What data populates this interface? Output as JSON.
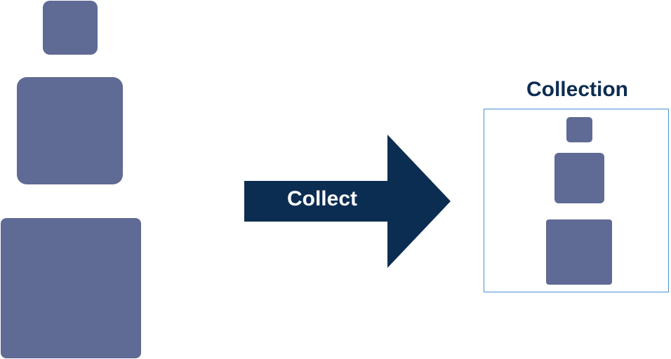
{
  "arrow": {
    "label": "Collect",
    "color": "#0c2d52"
  },
  "collection": {
    "title": "Collection",
    "border_color": "#4a8fd6"
  },
  "items": {
    "color": "#5f6a95",
    "left_group": [
      "small-square",
      "medium-square",
      "large-square"
    ],
    "collection_group": [
      "small-square",
      "medium-square",
      "large-square"
    ]
  }
}
